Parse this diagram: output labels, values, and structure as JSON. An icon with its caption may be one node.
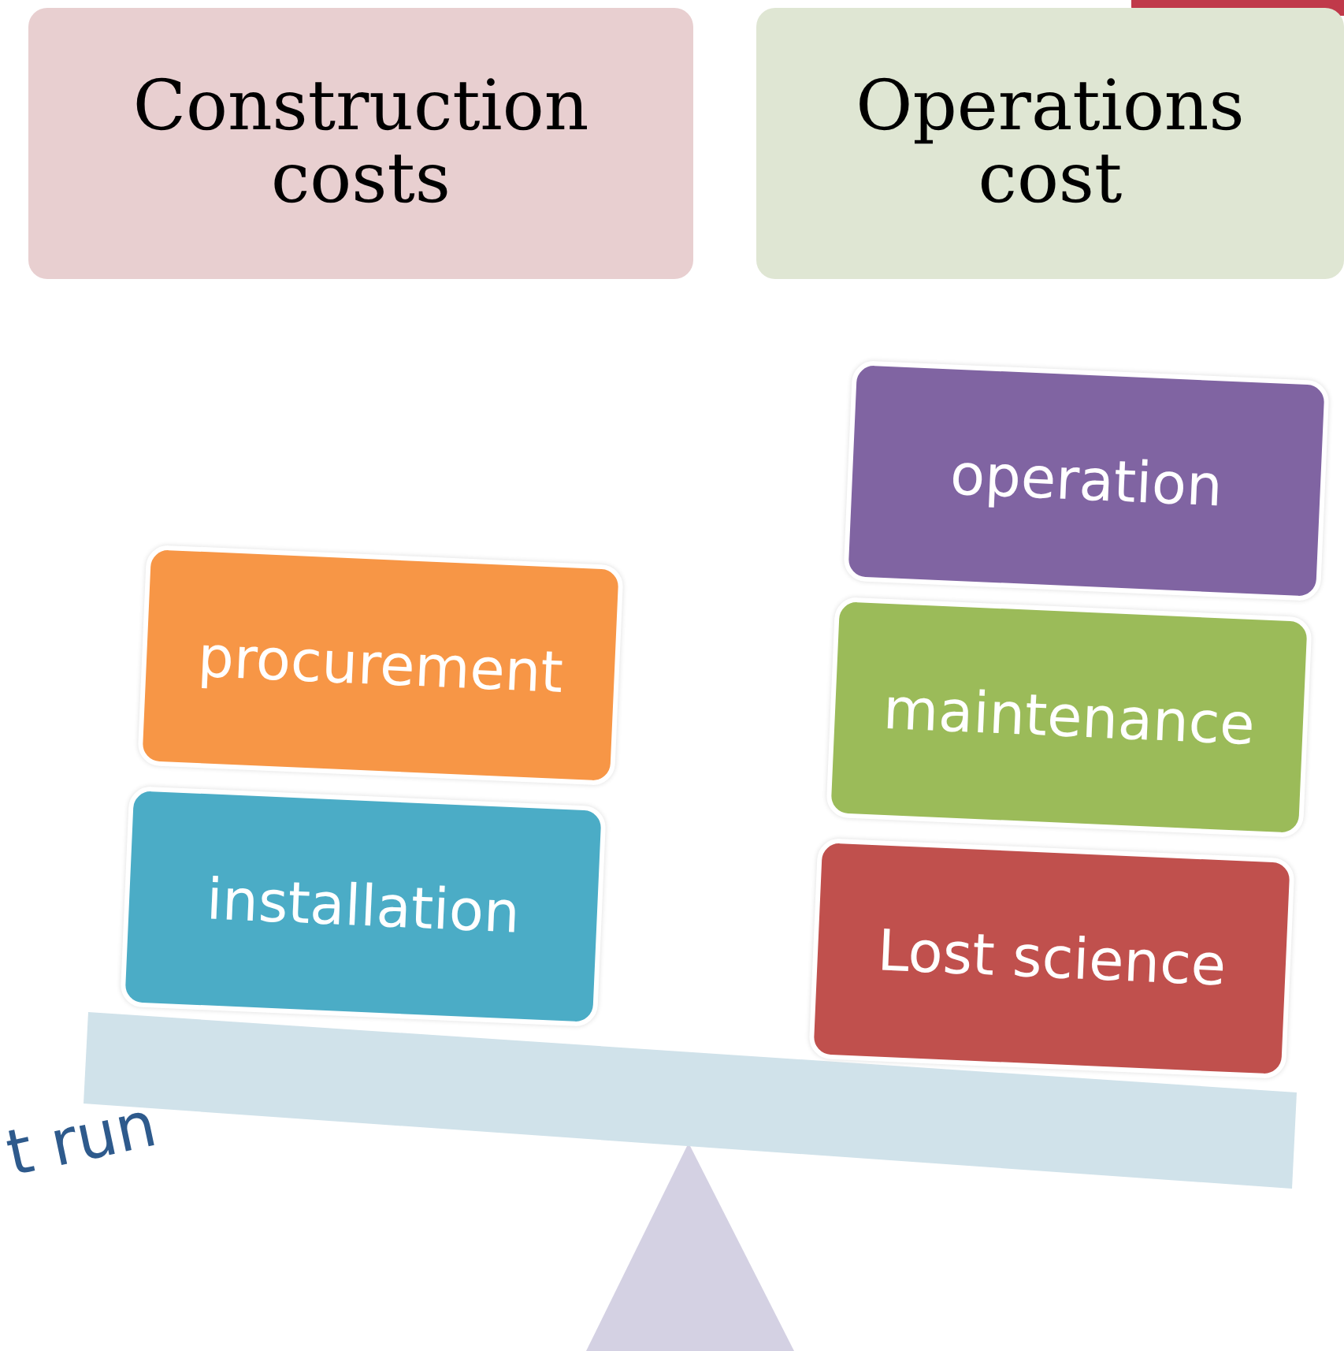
{
  "diagram": {
    "nodes": [
      {
        "text": [
          "Construction costs"
        ]
      },
      {
        "text": [
          "Operations cost"
        ]
      },
      {
        "text": [
          "procurement"
        ]
      },
      {
        "text": [
          "installation"
        ]
      },
      {
        "text": [
          "operation"
        ]
      },
      {
        "text": [
          "maintenance"
        ]
      },
      {
        "text": [
          "Lost science"
        ]
      }
    ],
    "labels": [
      "t run"
    ]
  }
}
